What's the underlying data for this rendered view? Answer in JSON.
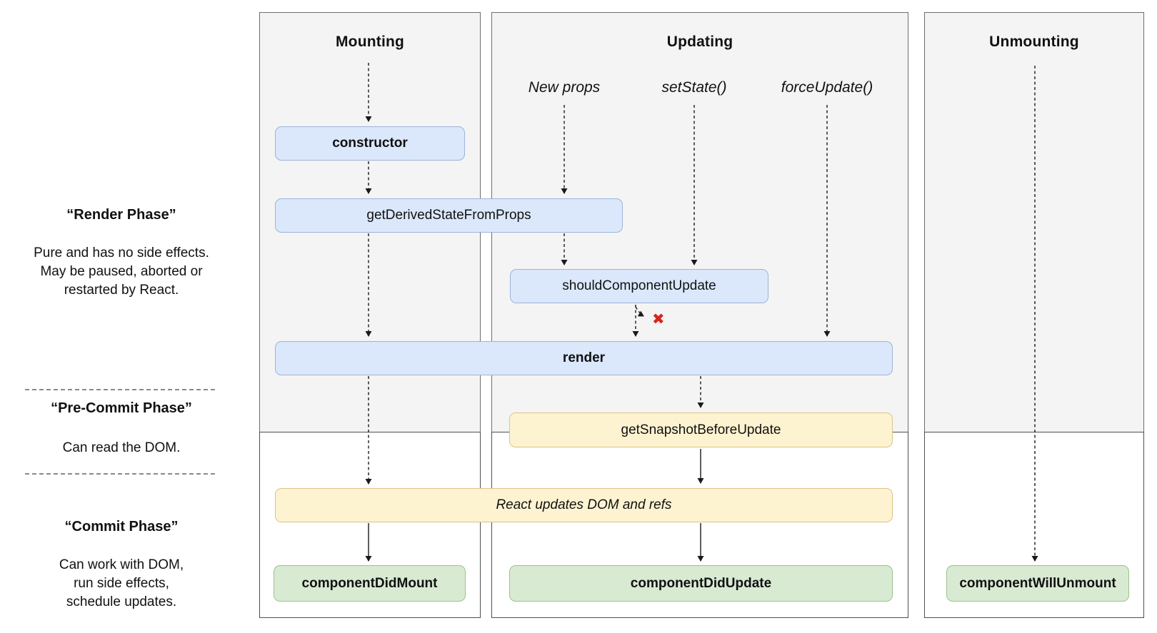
{
  "sidebar": {
    "phases": [
      {
        "title": "“Render Phase”",
        "description": "Pure and has no side effects.\nMay be paused, aborted or\nrestarted by React."
      },
      {
        "title": "“Pre-Commit Phase”",
        "description": "Can read the DOM."
      },
      {
        "title": "“Commit Phase”",
        "description": "Can work with DOM,\nrun side effects,\nschedule updates."
      }
    ]
  },
  "columns": [
    {
      "title": "Mounting"
    },
    {
      "title": "Updating"
    },
    {
      "title": "Unmounting"
    }
  ],
  "triggers": [
    {
      "label": "New props"
    },
    {
      "label": "setState()"
    },
    {
      "label": "forceUpdate()"
    }
  ],
  "boxes": {
    "constructor": "constructor",
    "get_derived_state_from_props": "getDerivedStateFromProps",
    "should_component_update": "shouldComponentUpdate",
    "render": "render",
    "get_snapshot_before_update": "getSnapshotBeforeUpdate",
    "react_updates_dom": "React updates DOM and refs",
    "component_did_mount": "componentDidMount",
    "component_did_update": "componentDidUpdate",
    "component_will_unmount": "componentWillUnmount"
  },
  "icons": {
    "no_update_x": "✖"
  },
  "colors": {
    "box_blue_fill": "#dbe8fc",
    "box_blue_border": "#9db3d6",
    "box_yellow_fill": "#fdf3d0",
    "box_yellow_border": "#dcc389",
    "box_green_fill": "#d9ead3",
    "box_green_border": "#9cc08f",
    "column_fill": "#f4f4f4",
    "column_border": "#6e6e6e",
    "error_red": "#d9231b"
  }
}
